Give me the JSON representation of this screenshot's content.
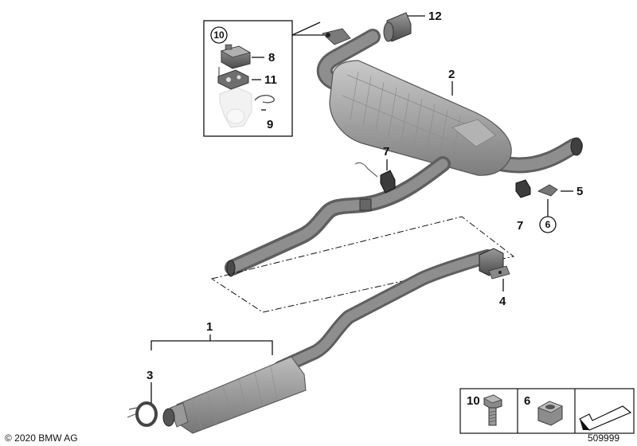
{
  "diagram": {
    "callouts": {
      "p1": "1",
      "p2": "2",
      "p3": "3",
      "p4": "4",
      "p5": "5",
      "p6": "6",
      "p7a": "7",
      "p7b": "7",
      "p8": "8",
      "p9": "9",
      "p10": "10",
      "p11": "11",
      "p12": "12"
    },
    "legend": {
      "item_a": "10",
      "item_b": "6"
    },
    "copyright": "© 2020 BMW AG",
    "diagram_number": "509999"
  }
}
